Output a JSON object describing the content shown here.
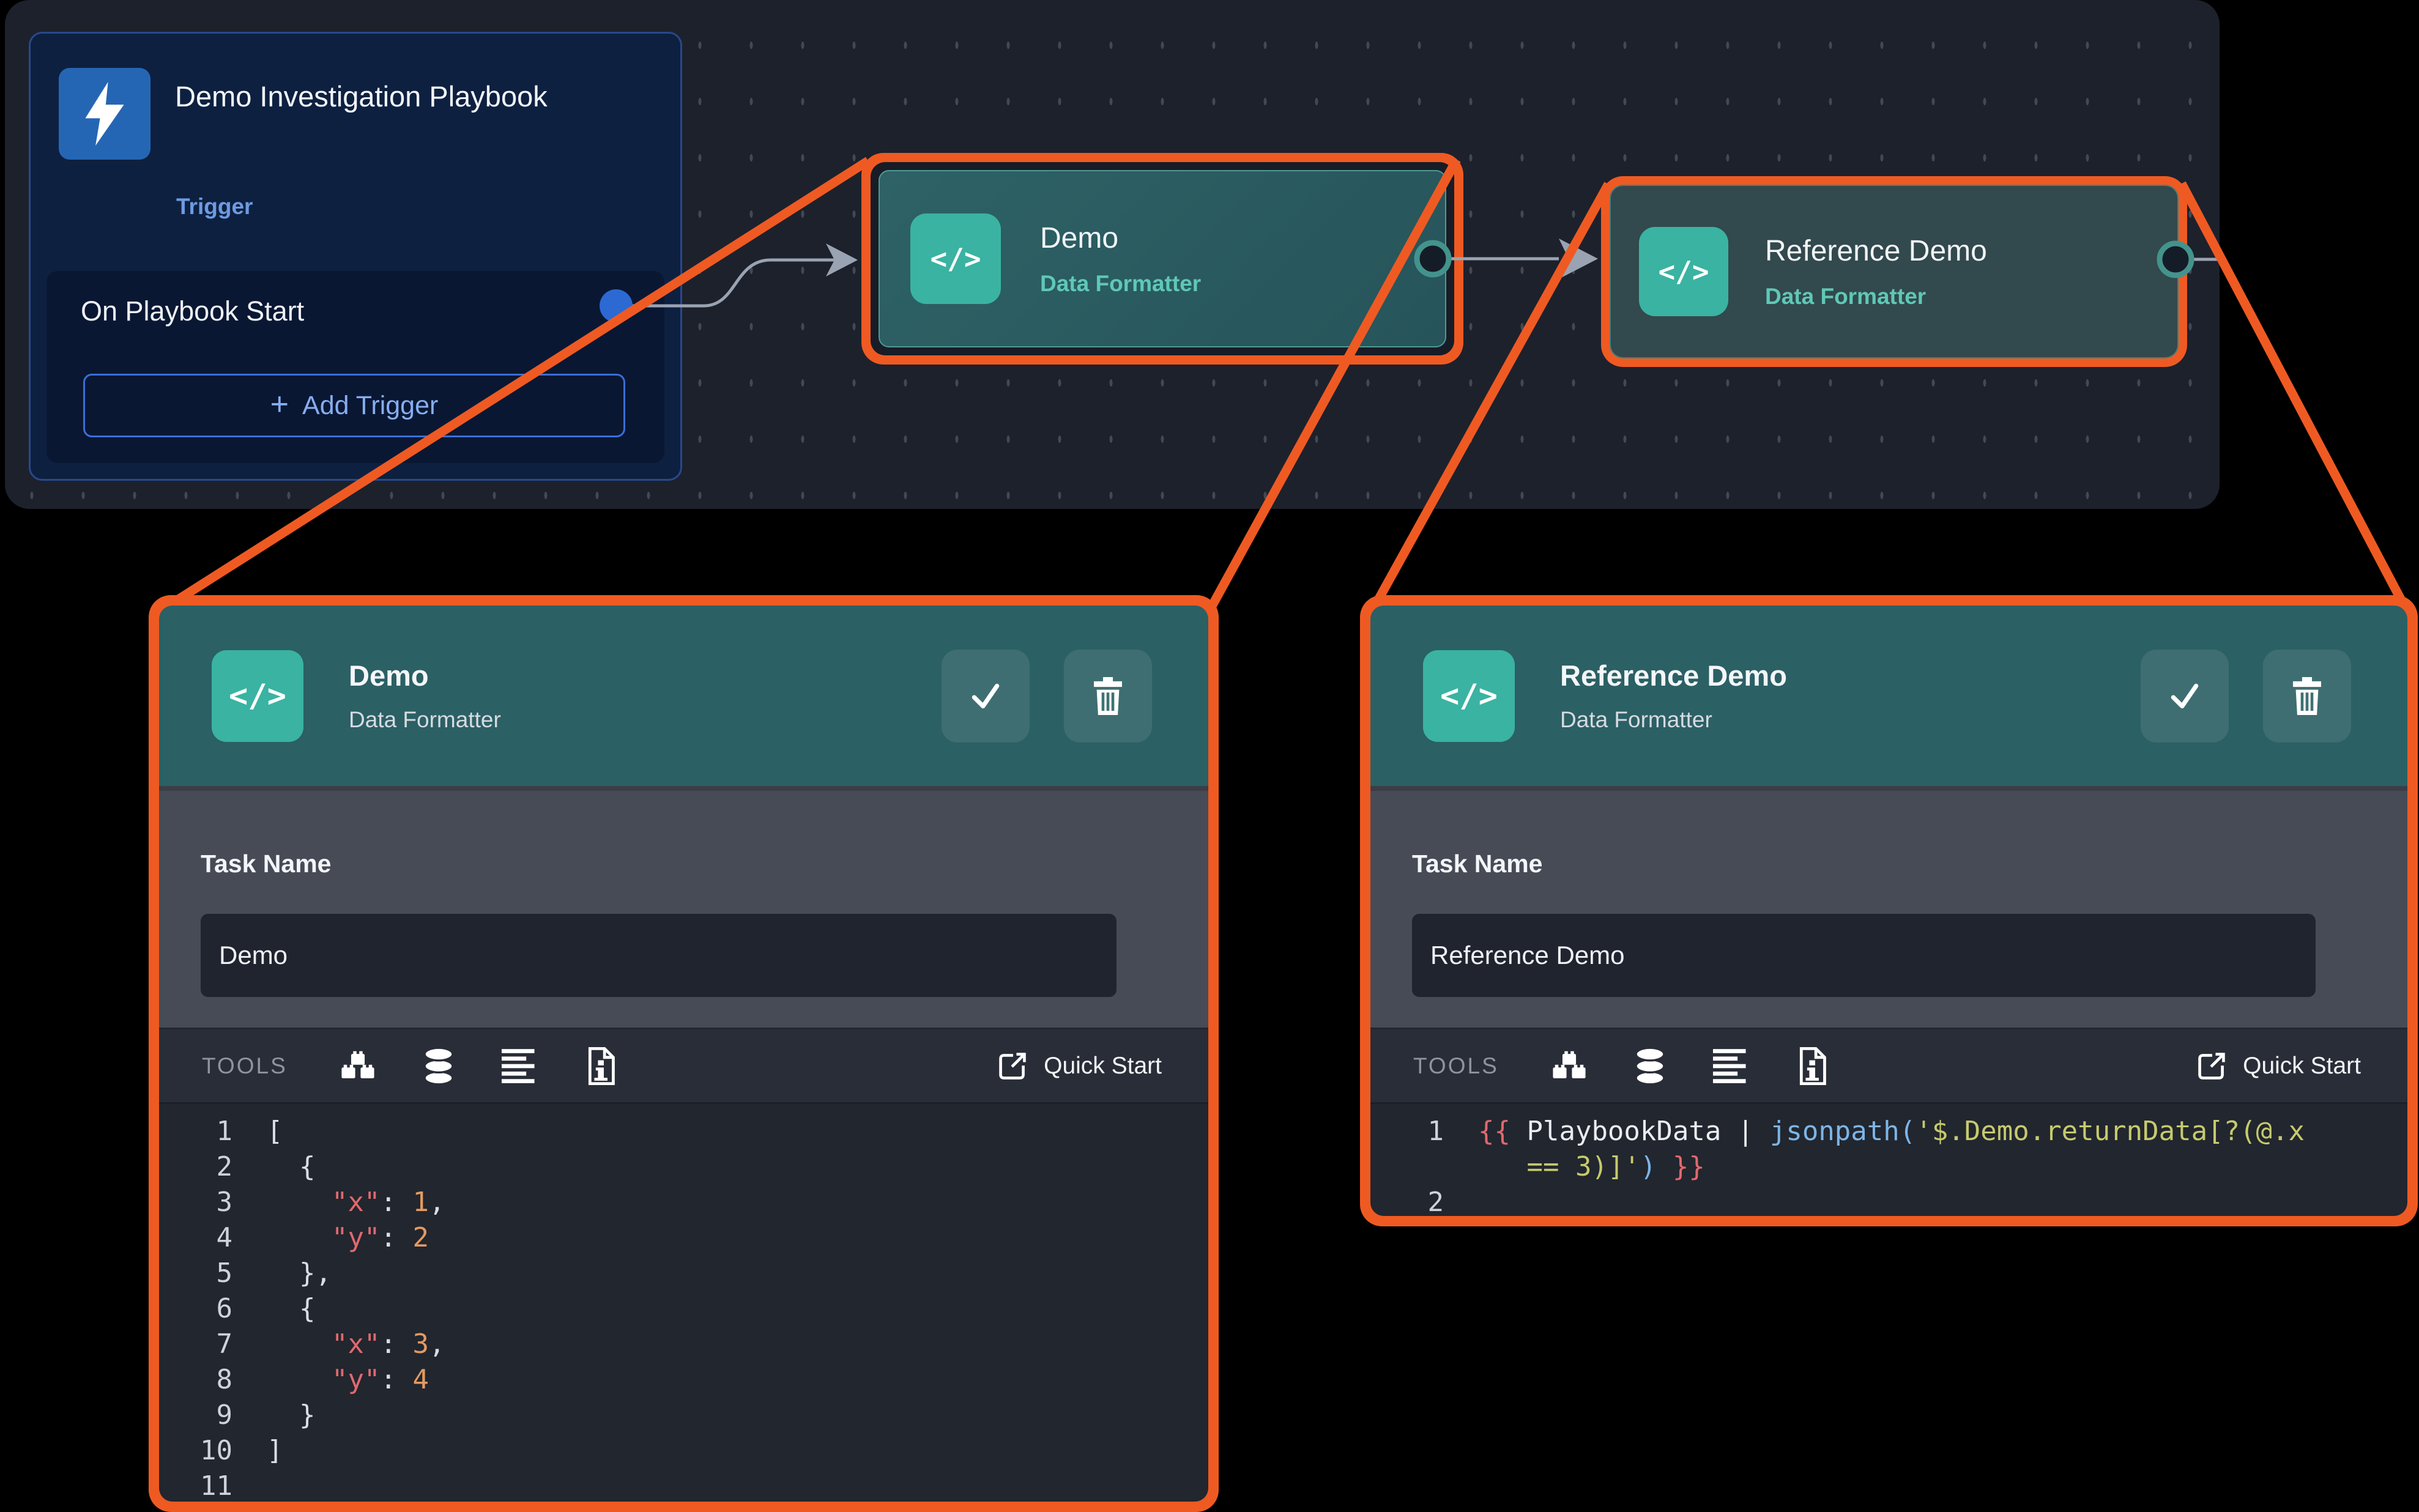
{
  "colors": {
    "accent_orange": "#ef5a22",
    "teal_header": "#2b6065",
    "teal_icon": "#3ab3a2",
    "canvas_bg": "#1d212c",
    "panel_body_gray": "#474b55",
    "editor_bg": "#22262e",
    "trigger_blue": "#2566b4",
    "link_blue": "#6d9be2"
  },
  "canvas": {
    "trigger_card": {
      "title": "Demo Investigation Playbook",
      "type_label": "Trigger",
      "start_row_label": "On Playbook Start",
      "add_trigger": {
        "plus": "+",
        "label": "Add Trigger"
      }
    },
    "nodes": [
      {
        "title": "Demo",
        "subtitle": "Data Formatter",
        "icon_glyph": "</>"
      },
      {
        "title": "Reference Demo",
        "subtitle": "Data Formatter",
        "icon_glyph": "</>"
      }
    ]
  },
  "panels": [
    {
      "header": {
        "title": "Demo",
        "subtitle": "Data Formatter",
        "icon_glyph": "</>"
      },
      "task": {
        "label": "Task Name",
        "value": "Demo"
      },
      "tools": {
        "label": "TOOLS",
        "icons": [
          "blocks-icon",
          "database-icon",
          "text-lines-icon",
          "document-info-icon"
        ],
        "quick_start_label": "Quick Start"
      },
      "editor": {
        "lines": [
          {
            "num": "1",
            "tokens": [
              [
                "punct",
                "["
              ]
            ]
          },
          {
            "num": "2",
            "tokens": [
              [
                "punct",
                "  {"
              ]
            ]
          },
          {
            "num": "3",
            "tokens": [
              [
                "punct",
                "    "
              ],
              [
                "key",
                "\"x\""
              ],
              [
                "punct",
                ": "
              ],
              [
                "num",
                "1"
              ],
              [
                "punct",
                ","
              ]
            ]
          },
          {
            "num": "4",
            "tokens": [
              [
                "punct",
                "    "
              ],
              [
                "key",
                "\"y\""
              ],
              [
                "punct",
                ": "
              ],
              [
                "num",
                "2"
              ]
            ]
          },
          {
            "num": "5",
            "tokens": [
              [
                "punct",
                "  },"
              ]
            ]
          },
          {
            "num": "6",
            "tokens": [
              [
                "punct",
                "  {"
              ]
            ]
          },
          {
            "num": "7",
            "tokens": [
              [
                "punct",
                "    "
              ],
              [
                "key",
                "\"x\""
              ],
              [
                "punct",
                ": "
              ],
              [
                "num",
                "3"
              ],
              [
                "punct",
                ","
              ]
            ]
          },
          {
            "num": "8",
            "tokens": [
              [
                "punct",
                "    "
              ],
              [
                "key",
                "\"y\""
              ],
              [
                "punct",
                ": "
              ],
              [
                "num",
                "4"
              ]
            ]
          },
          {
            "num": "9",
            "tokens": [
              [
                "punct",
                "  }"
              ]
            ]
          },
          {
            "num": "10",
            "tokens": [
              [
                "punct",
                "]"
              ]
            ]
          },
          {
            "num": "11",
            "tokens": []
          }
        ]
      }
    },
    {
      "header": {
        "title": "Reference Demo",
        "subtitle": "Data Formatter",
        "icon_glyph": "</>"
      },
      "task": {
        "label": "Task Name",
        "value": "Reference Demo"
      },
      "tools": {
        "label": "TOOLS",
        "icons": [
          "blocks-icon",
          "database-icon",
          "text-lines-icon",
          "document-info-icon"
        ],
        "quick_start_label": "Quick Start"
      },
      "editor": {
        "lines": [
          {
            "num": "1",
            "tokens": [
              [
                "mustache",
                "{{ "
              ],
              [
                "plain",
                "PlaybookData | "
              ],
              [
                "func",
                "jsonpath("
              ],
              [
                "str",
                "'$.Demo.returnData[?(@.x"
              ]
            ]
          },
          {
            "num": "",
            "tokens": [
              [
                "plain",
                "   "
              ],
              [
                "str",
                "== 3)]'"
              ],
              [
                "func",
                ")"
              ],
              [
                "mustache",
                " }}"
              ]
            ]
          },
          {
            "num": "2",
            "tokens": []
          }
        ]
      }
    }
  ]
}
